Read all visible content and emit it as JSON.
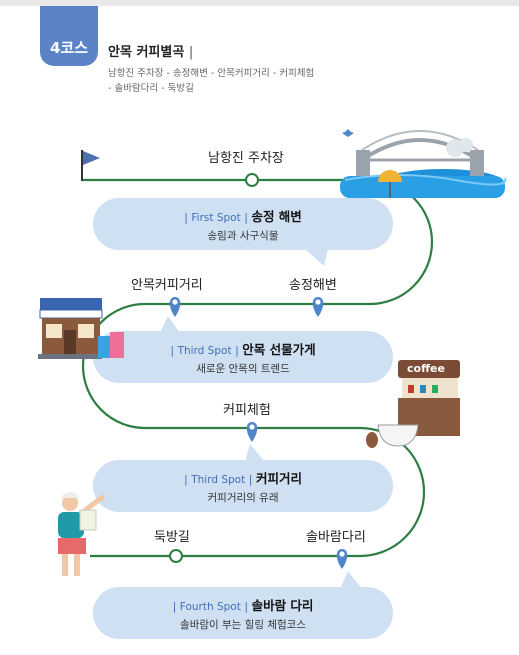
{
  "header": {
    "course_badge": "4코스",
    "title": "안목 커피별곡",
    "title_sep": "|",
    "route_line1": "남항진 주차장 - 송정해변 - 안목커피거리 - 커피체험",
    "route_line2": "- 솔바람다리 - 둑방길"
  },
  "stops": {
    "start": "남항진 주차장",
    "songjeong": "송정해변",
    "anmok_street": "안목커피거리",
    "experience": "커피체험",
    "solbaram": "솔바람다리",
    "dukbang": "둑방길"
  },
  "spots": [
    {
      "tag": "First Spot",
      "name": "송정 해변",
      "desc": "송림과 사구식물"
    },
    {
      "tag": "Third Spot",
      "name": "안목 선물가게",
      "desc": "새로운 안목의 트렌드"
    },
    {
      "tag": "Third Spot",
      "name": "커피거리",
      "desc": "커피거리의 유래"
    },
    {
      "tag": "Fourth Spot",
      "name": "솔바람 다리",
      "desc": "솔바람이 부는 힐링 체험코스"
    }
  ],
  "spot_sep": "|",
  "coffee_sign": "coffee",
  "colors": {
    "route": "#2e7d43",
    "badge": "#5b83c7",
    "bubble": "#cfe0f3",
    "pin": "#4f85c9",
    "spot_tag": "#3f6fb8"
  }
}
